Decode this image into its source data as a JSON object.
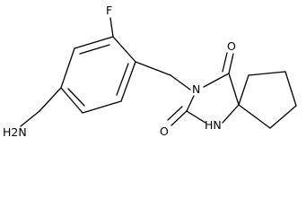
{
  "structure": {
    "atom_labels": {
      "fluorine": "F",
      "amine": "H2N",
      "imide_nitrogen": "N",
      "amide_nh": "HN",
      "ketone_oxygen_top": "O",
      "ketone_oxygen_bottom": "O"
    },
    "colors": {
      "bond": "#000000",
      "text": "#000000",
      "background": "#ffffff"
    }
  }
}
